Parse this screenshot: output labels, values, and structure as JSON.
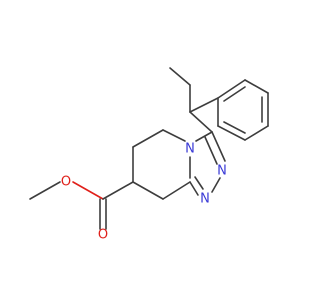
{
  "molecule": {
    "atoms": [
      {
        "symbol": "O",
        "color": "#e0201a"
      },
      {
        "symbol": "O",
        "color": "#e0201a"
      },
      {
        "symbol": "N",
        "color": "#3a3ad6"
      },
      {
        "symbol": "N",
        "color": "#3a3ad6"
      },
      {
        "symbol": "N",
        "color": "#3a3ad6"
      }
    ]
  }
}
